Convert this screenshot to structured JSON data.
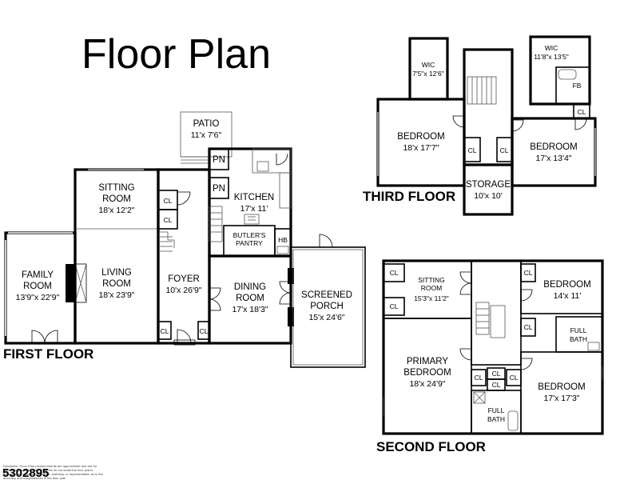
{
  "title": "Floor Plan",
  "floors": {
    "first": "FIRST FLOOR",
    "second": "SECOND FLOOR",
    "third": "THIRD FLOOR"
  },
  "rooms": {
    "patio": {
      "name": "PATIO",
      "dims": "11'x 7'6\""
    },
    "pn1": {
      "name": "PN"
    },
    "pn2": {
      "name": "PN"
    },
    "kitchen": {
      "name": "KITCHEN",
      "dims": "17'x 11'"
    },
    "butlers_pantry": {
      "name1": "BUTLER'S",
      "name2": "PANTRY"
    },
    "hb": {
      "name": "HB"
    },
    "sitting_room_1": {
      "name1": "SITTING",
      "name2": "ROOM",
      "dims": "18'x 12'2\""
    },
    "cl_a": {
      "name": "CL"
    },
    "cl_b": {
      "name": "CL"
    },
    "family_room": {
      "name1": "FAMILY",
      "name2": "ROOM",
      "dims": "13'9\"x 22'9\""
    },
    "living_room": {
      "name1": "LIVING",
      "name2": "ROOM",
      "dims": "18'x 23'9\""
    },
    "foyer": {
      "name": "FOYER",
      "dims": "10'x 26'9\""
    },
    "dining_room": {
      "name1": "DINING",
      "name2": "ROOM",
      "dims": "17'x 18'3\""
    },
    "screened_porch": {
      "name1": "SCREENED",
      "name2": "PORCH",
      "dims": "15'x 24'6\""
    },
    "cl_c": {
      "name": "CL"
    },
    "cl_d": {
      "name": "CL"
    },
    "wic_3a": {
      "name": "WIC",
      "dims": "7'5\"x 12'6\""
    },
    "wic_3b": {
      "name": "WIC",
      "dims": "11'8\"x 13'5\""
    },
    "fb_3": {
      "name": "FB"
    },
    "cl_3a": {
      "name": "CL"
    },
    "bedroom_3a": {
      "name": "BEDROOM",
      "dims": "18'x 17'7\""
    },
    "cl_3b": {
      "name": "CL"
    },
    "cl_3c": {
      "name": "CL"
    },
    "bedroom_3b": {
      "name": "BEDROOM",
      "dims": "17'x 13'4\""
    },
    "storage": {
      "name": "STORAGE",
      "dims": "10'x 10'"
    },
    "cl_2a": {
      "name": "CL"
    },
    "cl_2b": {
      "name": "CL"
    },
    "sitting_room_2": {
      "name1": "SITTING",
      "name2": "ROOM",
      "dims": "15'3\"x 11'2\""
    },
    "cl_2c": {
      "name": "CL"
    },
    "bedroom_2a": {
      "name": "BEDROOM",
      "dims": "14'x 11'"
    },
    "cl_2d": {
      "name": "CL"
    },
    "full_bath_2a": {
      "name1": "FULL",
      "name2": "BATH"
    },
    "primary_bedroom": {
      "name1": "PRIMARY",
      "name2": "BEDROOM",
      "dims": "18'x 24'9\""
    },
    "cl_2e": {
      "name": "CL"
    },
    "cl_2f": {
      "name": "CL"
    },
    "cl_2g": {
      "name": "CL"
    },
    "cl_2h": {
      "name": "CL"
    },
    "full_bath_2b": {
      "name1": "FULL",
      "name2": "BATH"
    },
    "bedroom_2b": {
      "name": "BEDROOM",
      "dims": "17'x 17'3\""
    }
  },
  "mls_number": "5302895",
  "disclaimer": {
    "line1": "Disclaimer: Floor Plan measurements are approximate and are for",
    "line2": "illustrative purposes only. While we do not doubt the floor plan's",
    "line3": "accuracy, we make no guarantee, warranty, or representation as to the",
    "line4": "accuracy and completeness of the floor plan."
  }
}
